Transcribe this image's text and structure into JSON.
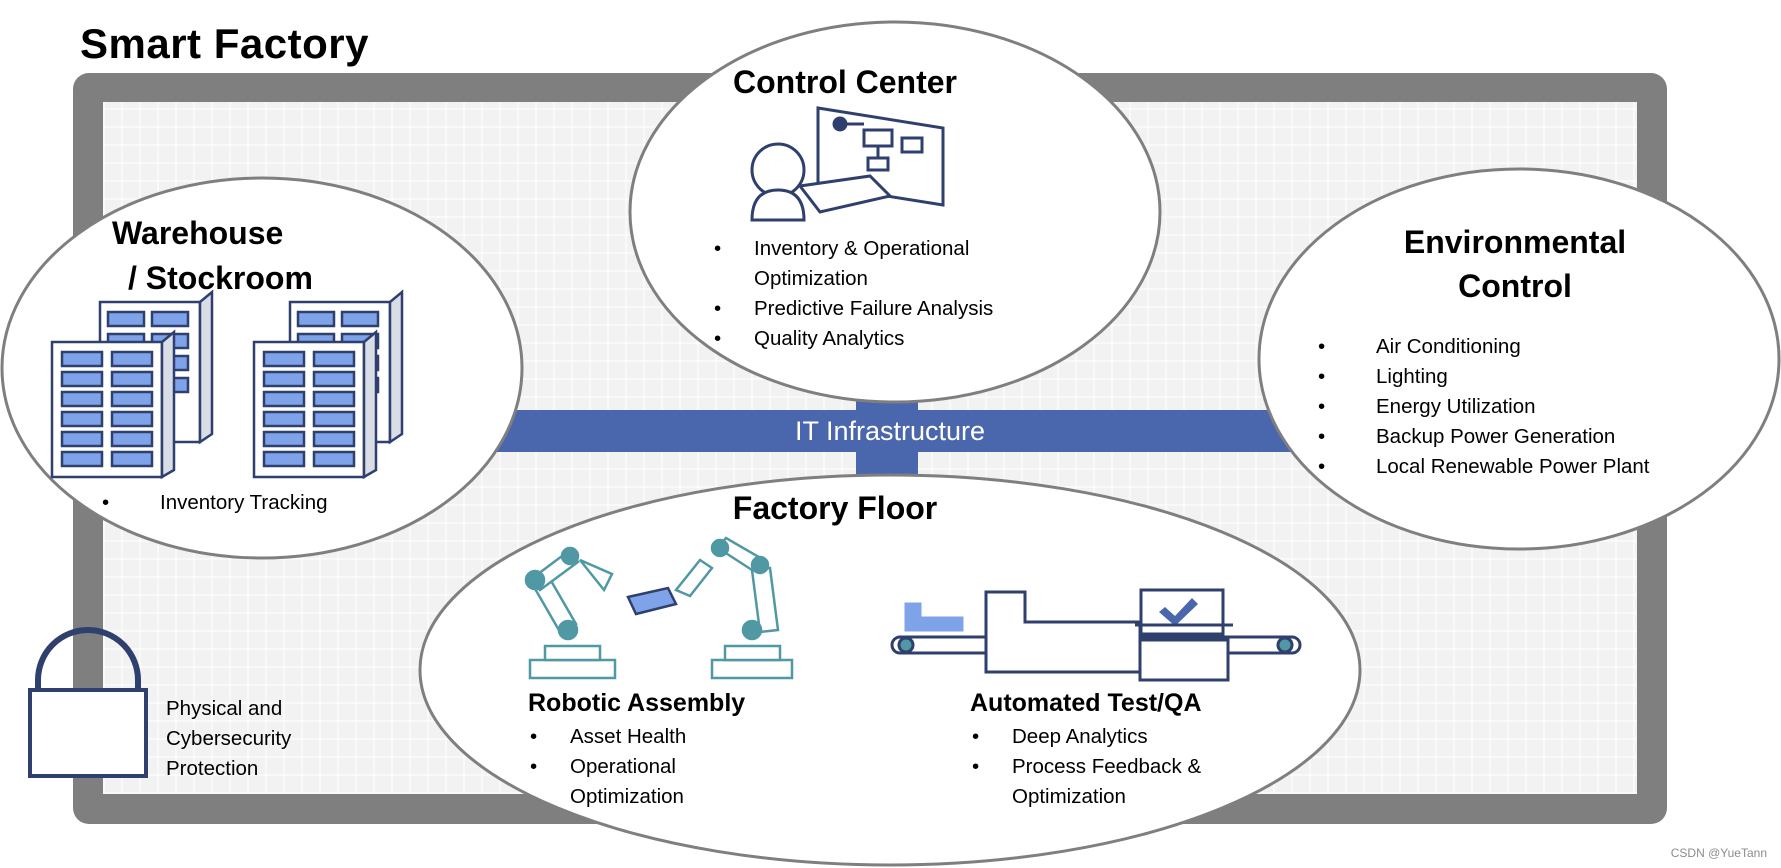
{
  "title": "Smart Factory",
  "infrastructure": {
    "label": "IT Infrastructure"
  },
  "colors": {
    "frame": "#7f7f7f",
    "infra_bar": "#4a67ad",
    "outline": "#2f3f6e",
    "accent_blue": "#7ea3e8",
    "robot_teal": "#4f98a4"
  },
  "zones": {
    "control_center": {
      "title": "Control Center",
      "icon": "operator-console-icon",
      "items": [
        "Inventory & Operational Optimization",
        "Predictive Failure Analysis",
        "Quality Analytics"
      ]
    },
    "warehouse": {
      "title_line1": "Warehouse",
      "title_line2": "/ Stockroom",
      "icon": "storage-rack-icon",
      "items": [
        "Inventory Tracking"
      ]
    },
    "environmental": {
      "title_line1": "Environmental",
      "title_line2": "Control",
      "items": [
        "Air Conditioning",
        "Lighting",
        "Energy Utilization",
        "Backup Power Generation",
        "Local Renewable Power Plant"
      ]
    },
    "factory_floor": {
      "title": "Factory Floor",
      "robotic": {
        "title": "Robotic Assembly",
        "icon": "robot-arm-icon",
        "items": [
          "Asset Health",
          "Operational Optimization"
        ]
      },
      "automated": {
        "title": "Automated Test/QA",
        "icon": "conveyor-checkmark-icon",
        "items": [
          "Deep Analytics",
          "Process Feedback & Optimization"
        ]
      }
    }
  },
  "security": {
    "icon": "padlock-icon",
    "line1": "Physical and",
    "line2": "Cybersecurity",
    "line3": "Protection"
  },
  "watermark": "CSDN @YueTann"
}
